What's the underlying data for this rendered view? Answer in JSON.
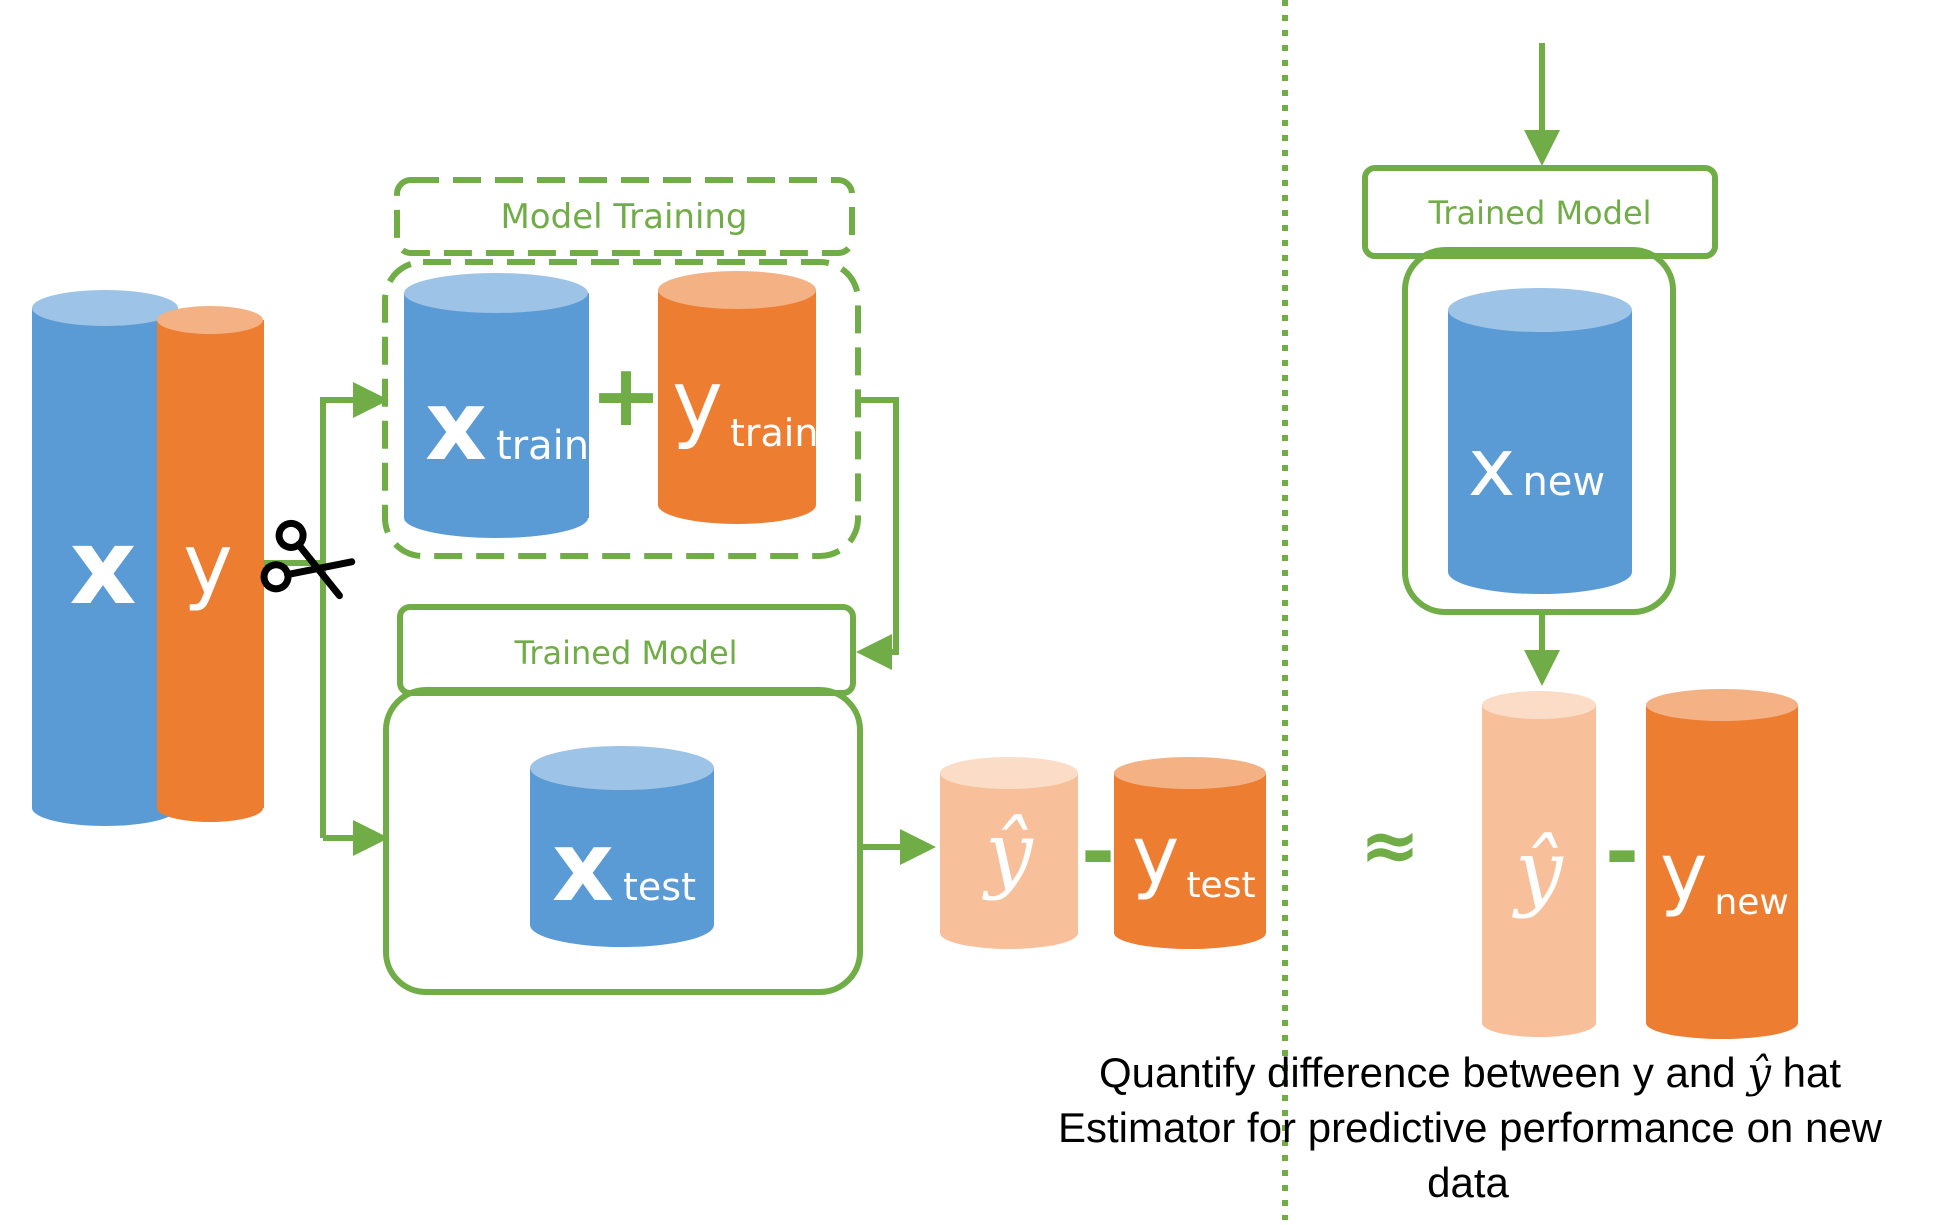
{
  "colors": {
    "green": "#70ad47",
    "blue": "#5b9bd5",
    "blue_top": "#9dc3e6",
    "orange": "#ed7d31",
    "orange_top": "#f4b183",
    "orange_light": "#f8c09a",
    "orange_light_top": "#fbdcc7",
    "text_dark": "#000000",
    "text_light": "#ffffff"
  },
  "icons": {
    "split": "scissors-icon",
    "approx": "approximately-equal"
  },
  "left": {
    "x_label": "x",
    "y_label": "y"
  },
  "training": {
    "box_label": "Model Training",
    "x_train_main": "x",
    "x_train_sub": "train",
    "plus": "+",
    "y_train_main": "y",
    "y_train_sub": "train"
  },
  "test": {
    "model_label": "Trained Model",
    "x_test_main": "x",
    "x_test_sub": "test",
    "y_hat": "ŷ",
    "minus": "-",
    "y_test_main": "y",
    "y_test_sub": "test"
  },
  "new": {
    "model_label": "Trained Model",
    "x_new_main": "x",
    "x_new_sub": "new",
    "y_hat": "ŷ",
    "minus": "-",
    "y_new_main": "y",
    "y_new_sub": "new"
  },
  "approx_symbol": "≈",
  "caption": {
    "line1_before": "Quantify difference between y and ",
    "line1_symbol": "ŷ",
    "line1_after": " hat",
    "line2": "Estimator for predictive performance on new",
    "line3": "data"
  }
}
